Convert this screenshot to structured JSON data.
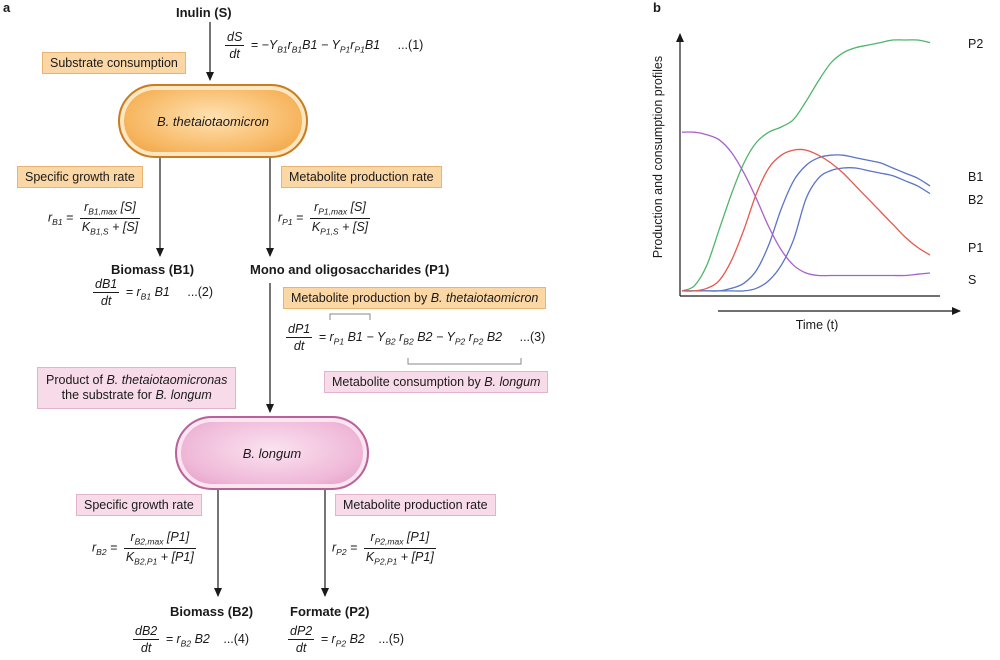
{
  "panel_a": {
    "letter": "a",
    "inulin": "Inulin (S)",
    "substrate_consumption": "Substrate consumption",
    "eq1_tag": "...(1)",
    "b_theta": "B. thetaiotaomicron",
    "specific_growth_rate_1": "Specific growth rate",
    "metabolite_production_rate_1": "Metabolite production rate",
    "biomass_b1": "Biomass (B1)",
    "mono_oligo": "Mono and oligosaccharides (P1)",
    "eq2_tag": "...(2)",
    "metabolite_production_by": "Metabolite production by",
    "metabolite_production_by_species": "B. thetaiotaomicron",
    "eq3_tag": "...(3)",
    "metabolite_consumption_by": "Metabolite consumption by",
    "metabolite_consumption_by_species": "B. longum",
    "product_line1_a": "Product of",
    "product_line1_species": "B. thetaiotaomicronas",
    "product_line2_a": "the substrate for",
    "product_line2_species": "B. longum",
    "b_longum": "B. longum",
    "specific_growth_rate_2": "Specific growth rate",
    "metabolite_production_rate_2": "Metabolite production rate",
    "biomass_b2": "Biomass (B2)",
    "formate_p2": "Formate (P2)",
    "eq4_tag": "...(4)",
    "eq5_tag": "...(5)"
  },
  "panel_b": {
    "letter": "b",
    "chart_data": {
      "type": "line",
      "xlabel": "Time (t)",
      "ylabel": "Production and consumption profiles",
      "axis_ticks": "none",
      "grid": false,
      "legend": "direct labels at right end of curves",
      "x": [
        0,
        0.05,
        0.1,
        0.15,
        0.2,
        0.25,
        0.3,
        0.35,
        0.4,
        0.45,
        0.5,
        0.55,
        0.6,
        0.65,
        0.7,
        0.75,
        0.8,
        0.85,
        0.9,
        0.95,
        1.0
      ],
      "series": [
        {
          "name": "P2",
          "color": "#4fb56a",
          "values": [
            0.02,
            0.04,
            0.12,
            0.26,
            0.4,
            0.52,
            0.6,
            0.64,
            0.66,
            0.69,
            0.76,
            0.84,
            0.91,
            0.95,
            0.97,
            0.98,
            0.99,
            1.0,
            1.0,
            1.0,
            0.99
          ]
        },
        {
          "name": "B1",
          "color": "#5a74c7",
          "values": [
            0.02,
            0.02,
            0.02,
            0.02,
            0.03,
            0.05,
            0.1,
            0.2,
            0.34,
            0.45,
            0.51,
            0.54,
            0.55,
            0.55,
            0.54,
            0.53,
            0.52,
            0.5,
            0.48,
            0.46,
            0.43
          ]
        },
        {
          "name": "B2",
          "color": "#5a74c7",
          "values": [
            0.02,
            0.02,
            0.02,
            0.02,
            0.02,
            0.02,
            0.03,
            0.06,
            0.12,
            0.22,
            0.38,
            0.46,
            0.49,
            0.5,
            0.5,
            0.49,
            0.48,
            0.47,
            0.45,
            0.43,
            0.4
          ]
        },
        {
          "name": "P1",
          "color": "#e35a4d",
          "values": [
            0.02,
            0.02,
            0.03,
            0.06,
            0.14,
            0.26,
            0.4,
            0.5,
            0.55,
            0.57,
            0.57,
            0.55,
            0.52,
            0.48,
            0.43,
            0.38,
            0.33,
            0.28,
            0.23,
            0.19,
            0.16
          ]
        },
        {
          "name": "S",
          "color": "#a761cf",
          "values": [
            0.64,
            0.64,
            0.63,
            0.61,
            0.56,
            0.48,
            0.38,
            0.27,
            0.18,
            0.12,
            0.09,
            0.08,
            0.08,
            0.08,
            0.08,
            0.08,
            0.08,
            0.08,
            0.08,
            0.085,
            0.09
          ]
        }
      ]
    }
  }
}
